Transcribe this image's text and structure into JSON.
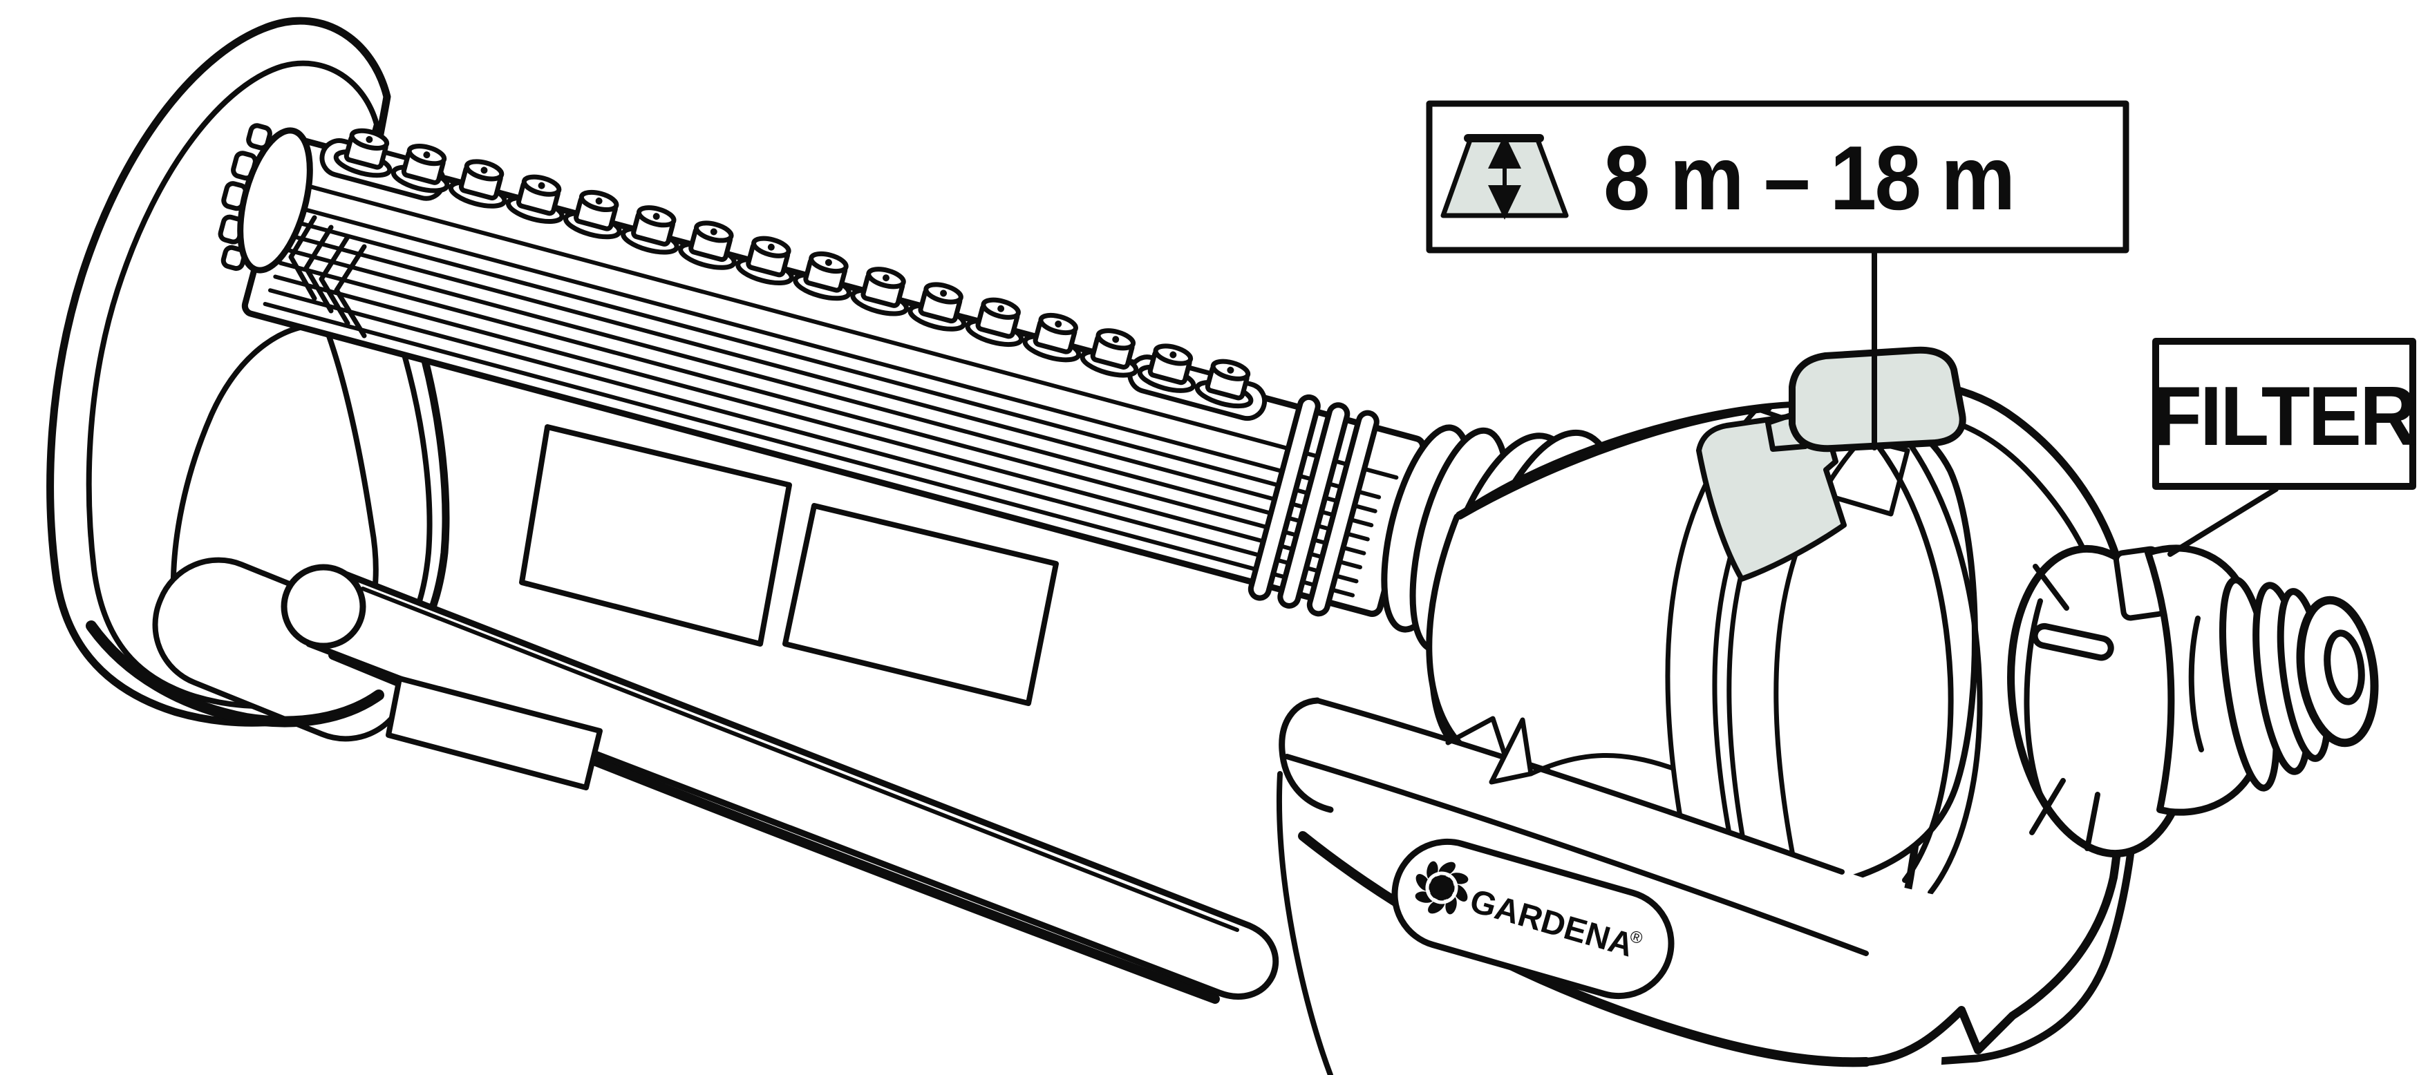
{
  "meta": {
    "type": "product-illustration",
    "subject": "GARDENA oscillating sprinkler line drawing with callouts"
  },
  "colors": {
    "background": "#ffffff",
    "line": "#0d0d0d",
    "accent_fill": "#dde4e0"
  },
  "callouts": {
    "range": {
      "label": "8 m – 18 m",
      "icon": "spray-width-trapezoid-arrow-icon"
    },
    "filter": {
      "label": "FILTER"
    }
  },
  "brand": {
    "name": "GARDENA",
    "registered": "®",
    "icon": "gardena-flower-logo"
  }
}
